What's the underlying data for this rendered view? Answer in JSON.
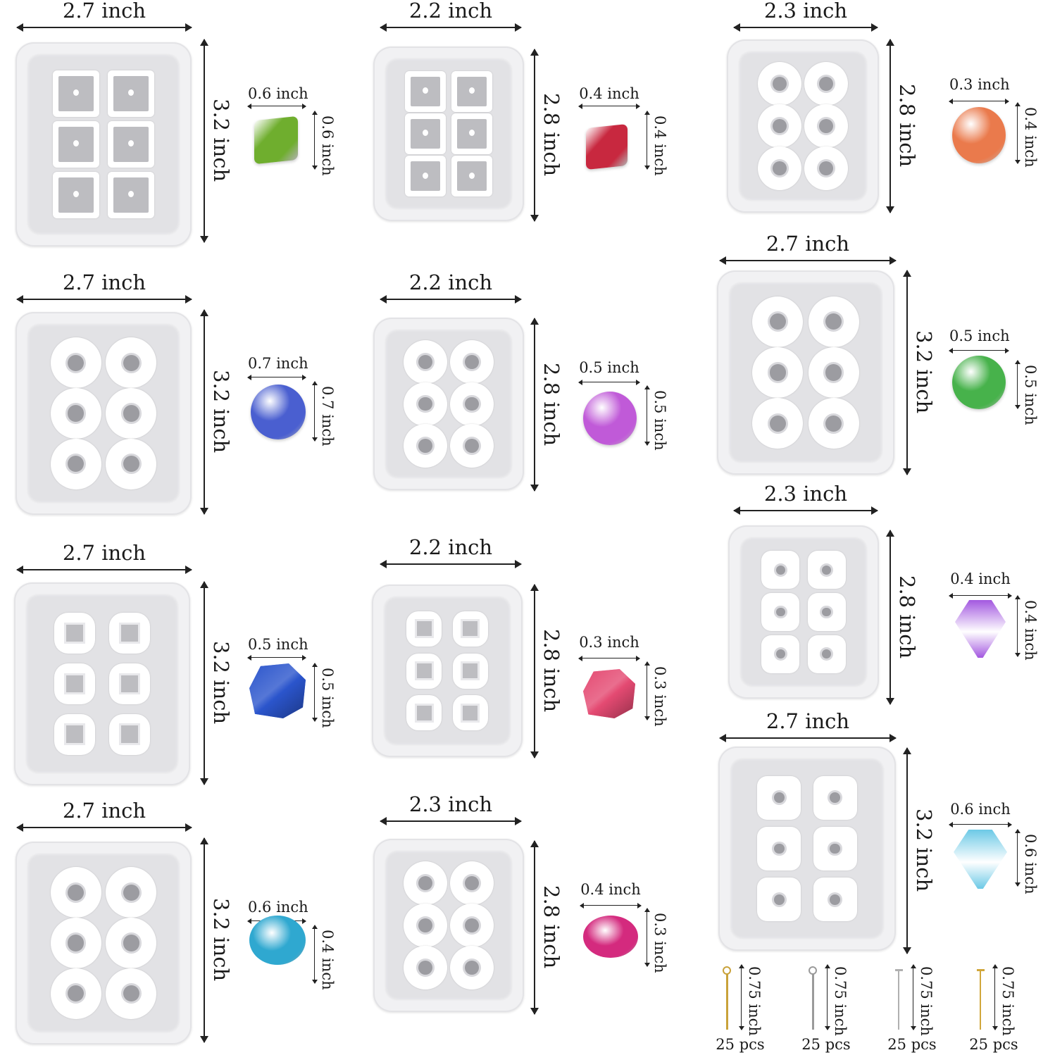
{
  "molds": [
    {
      "width": "2.7 inch",
      "height": "3.2 inch",
      "bead_width": "0.6 inch",
      "bead_height": "0.6 inch",
      "bead_color": "#6fae2e"
    },
    {
      "width": "2.2 inch",
      "height": "2.8 inch",
      "bead_width": "0.4 inch",
      "bead_height": "0.4 inch",
      "bead_color": "#c8283f"
    },
    {
      "width": "2.3 inch",
      "height": "2.8 inch",
      "bead_width": "0.3 inch",
      "bead_height": "0.4 inch",
      "bead_color": "#ea7a4c"
    },
    {
      "width": "2.7 inch",
      "height": "3.2 inch",
      "bead_width": "0.7 inch",
      "bead_height": "0.7 inch",
      "bead_color": "#4a5fd0"
    },
    {
      "width": "2.2 inch",
      "height": "2.8 inch",
      "bead_width": "0.5 inch",
      "bead_height": "0.5 inch",
      "bead_color": "#c05ad8"
    },
    {
      "width": "2.7 inch",
      "height": "3.2 inch",
      "bead_width": "0.5 inch",
      "bead_height": "0.5 inch",
      "bead_color": "#47b24b"
    },
    {
      "width": "2.7 inch",
      "height": "3.2 inch",
      "bead_width": "0.5 inch",
      "bead_height": "0.5 inch",
      "bead_color": "#2b55cc"
    },
    {
      "width": "2.2 inch",
      "height": "2.8 inch",
      "bead_width": "0.3 inch",
      "bead_height": "0.3 inch",
      "bead_color": "#e44a72"
    },
    {
      "width": "2.3 inch",
      "height": "2.8 inch",
      "bead_width": "0.4 inch",
      "bead_height": "0.4 inch",
      "bead_color": "#a358e0"
    },
    {
      "width": "2.7 inch",
      "height": "3.2 inch",
      "bead_width": "0.6 inch",
      "bead_height": "0.4 inch",
      "bead_color": "#2fa8d0"
    },
    {
      "width": "2.3 inch",
      "height": "2.8 inch",
      "bead_width": "0.4 inch",
      "bead_height": "0.3 inch",
      "bead_color": "#d42a7e"
    },
    {
      "width": "2.7 inch",
      "height": "3.2 inch",
      "bead_width": "0.6 inch",
      "bead_height": "0.6 inch",
      "bead_color": "#6cc9e6"
    }
  ],
  "pins": [
    {
      "length": "0.75 inch",
      "count": "25 pcs",
      "type": "eye-pin",
      "color": "#c9a23a"
    },
    {
      "length": "0.75 inch",
      "count": "25 pcs",
      "type": "eye-pin",
      "color": "#9a9a9a"
    },
    {
      "length": "0.75 inch",
      "count": "25 pcs",
      "type": "head-pin",
      "color": "#b0b0b0"
    },
    {
      "length": "0.75 inch",
      "count": "25 pcs",
      "type": "head-pin",
      "color": "#d1a73c"
    }
  ]
}
